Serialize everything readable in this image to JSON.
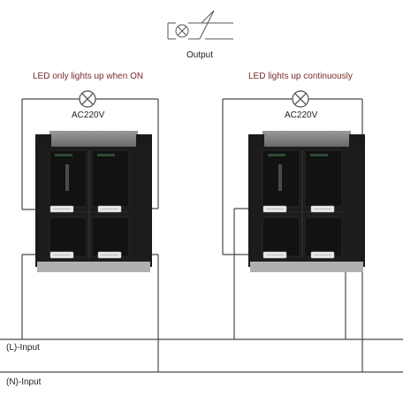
{
  "legend": {
    "caption": "Output"
  },
  "panels": [
    {
      "title": "LED only lights up when ON",
      "voltage": "AC220V"
    },
    {
      "title": "LED lights up continuously",
      "voltage": "AC220V"
    }
  ],
  "inputs": {
    "line": "(L)-Input",
    "neutral": "(N)-Input"
  },
  "colors": {
    "title_text": "#7a2a2a",
    "wire": "#4a4a4a",
    "switch_body": "#1c1c1c",
    "terminal": "#e6e6e6"
  }
}
